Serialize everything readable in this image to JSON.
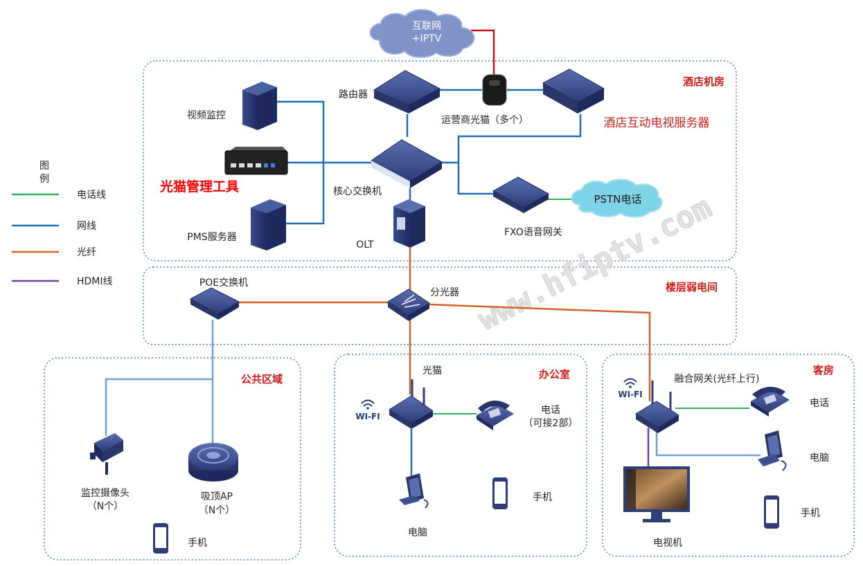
{
  "cloud_internet": "互联网\n+IPTV",
  "zones": {
    "hotel_room": "酒店机房",
    "floor_room": "楼层弱电间",
    "public_area": "公共区域",
    "office": "办公室",
    "guest_room": "客房"
  },
  "devices": {
    "router": "路由器",
    "onu_carrier": "运营商光猫（多个）",
    "itv_server": "酒店互动电视服务器",
    "video_monitor": "视频监控",
    "mgmt_tool": "光猫管理工具",
    "core_switch": "核心交换机",
    "pms_server": "PMS服务器",
    "olt": "OLT",
    "fxo_gateway": "FXO语音网关",
    "pstn": "PSTN电话",
    "poe_switch": "POE交换机",
    "splitter": "分光器",
    "camera": "监控摄像头\n（N个）",
    "ceiling_ap": "吸顶AP\n（N个）",
    "phone_public": "手机",
    "office_onu": "光猫",
    "office_wifi": "WI-FI",
    "office_tel": "电话\n（可接2部）",
    "office_pc": "电脑",
    "office_mobile": "手机",
    "room_gateway": "融合网关(光纤上行)",
    "room_wifi": "WI-FI",
    "room_tel": "电话",
    "room_pc": "电脑",
    "room_mobile": "手机",
    "room_tv": "电视机"
  },
  "legend": {
    "title": "图\n例",
    "items": [
      {
        "label": "电话线",
        "color": "#2fae5e"
      },
      {
        "label": "网线",
        "color": "#1f6fb5"
      },
      {
        "label": "光纤",
        "color": "#d2622a"
      },
      {
        "label": "HDMI线",
        "color": "#6a3fa0"
      }
    ]
  },
  "watermark": "www.hfiptv.com",
  "colors": {
    "phone_line": "#2fae5e",
    "network": "#1f6fb5",
    "fiber": "#d2622a",
    "hdmi": "#6a3fa0",
    "internet_link": "#c0161b",
    "zone_border": "#4a7fb8",
    "device": "#3d4f8f",
    "cloud": "#7f93c9"
  }
}
